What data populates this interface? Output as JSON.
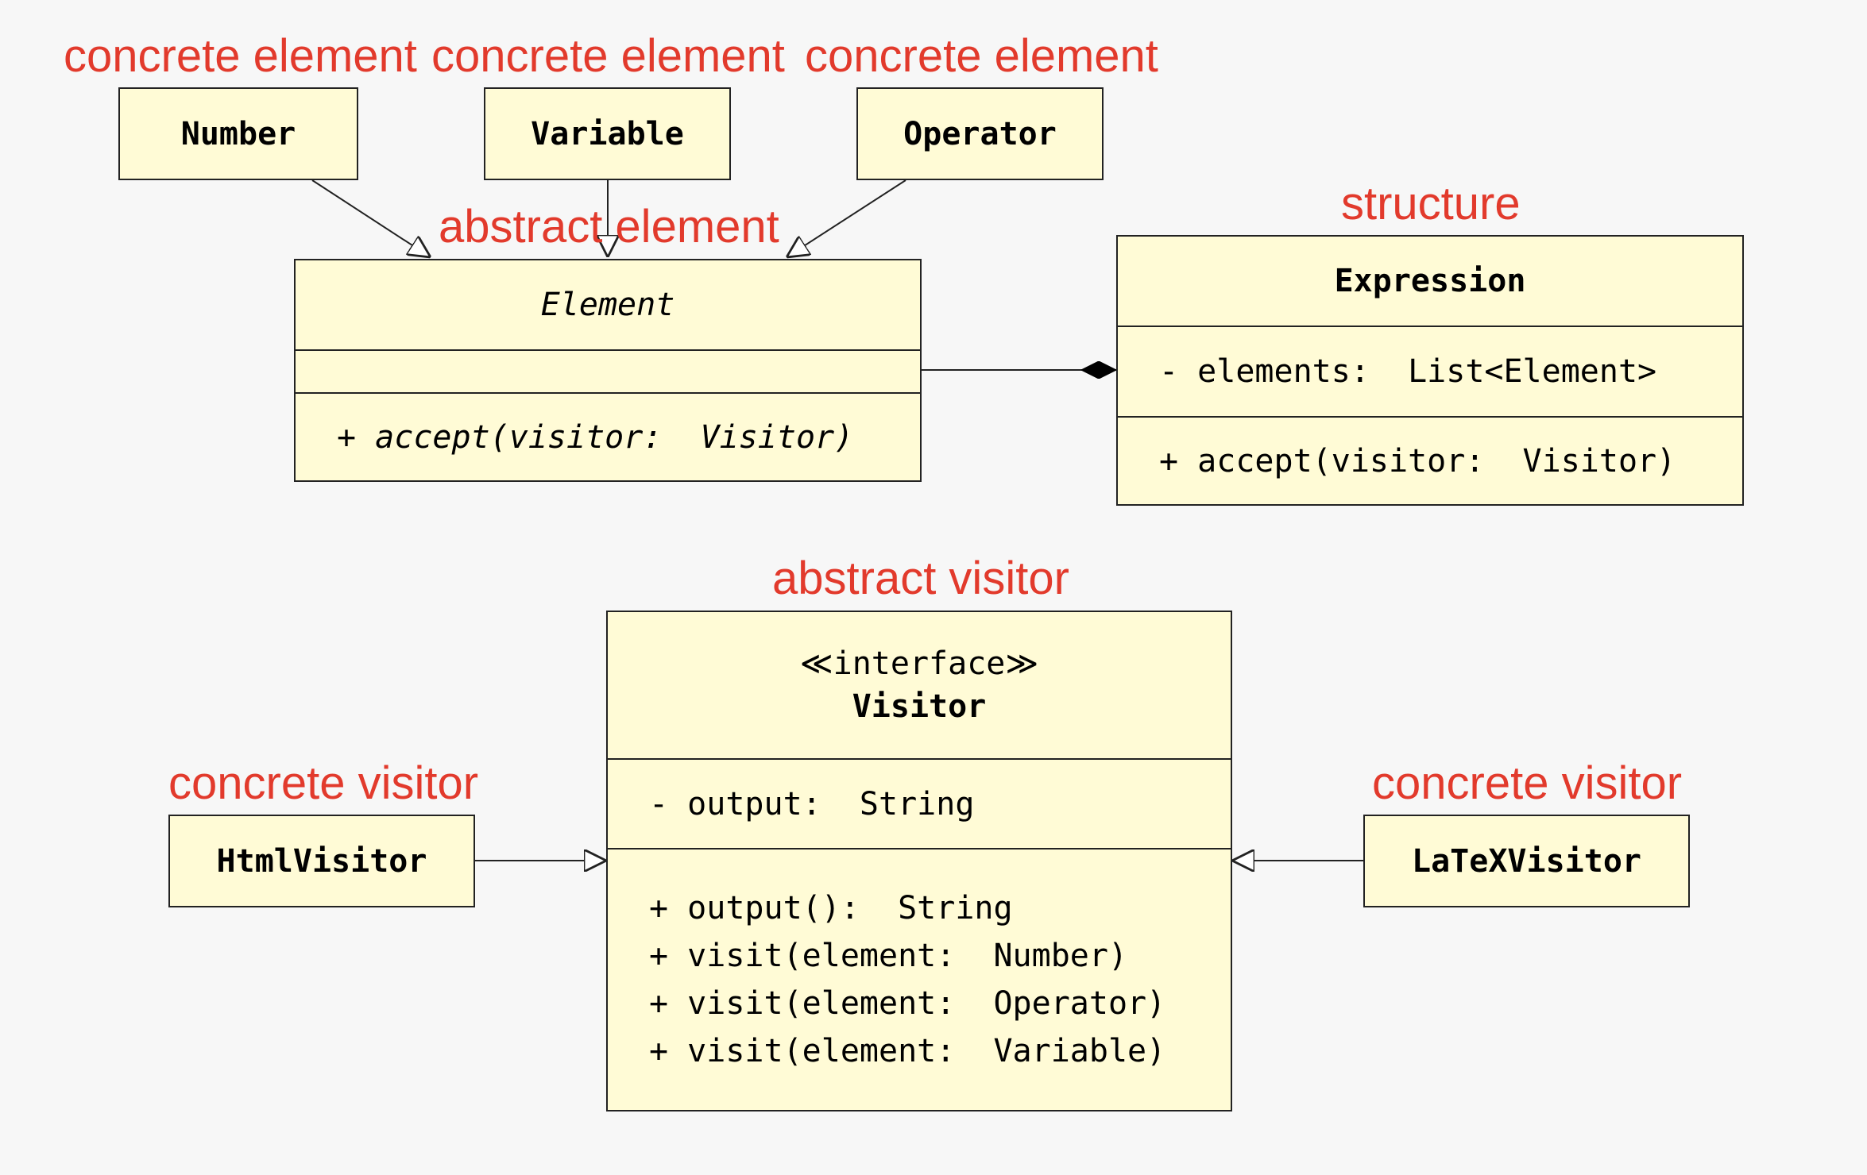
{
  "roles": {
    "concrete_element": "concrete element",
    "abstract_element": "abstract element",
    "structure": "structure",
    "abstract_visitor": "abstract visitor",
    "concrete_visitor": "concrete visitor"
  },
  "classes": {
    "number": {
      "name": "Number"
    },
    "variable": {
      "name": "Variable"
    },
    "operator": {
      "name": "Operator"
    },
    "element": {
      "name": "Element",
      "method": "+ accept(visitor:  Visitor)"
    },
    "expression": {
      "name": "Expression",
      "attribute": "- elements:  List<Element>",
      "method": "+ accept(visitor:  Visitor)"
    },
    "visitor": {
      "stereotype": "≪interface≫",
      "name": "Visitor",
      "attribute": "- output:  String",
      "methods": [
        "+ output():  String",
        "+ visit(element:  Number)",
        "+ visit(element:  Operator)",
        "+ visit(element:  Variable)"
      ]
    },
    "html_visitor": {
      "name": "HtmlVisitor"
    },
    "latex_visitor": {
      "name": "LaTeXVisitor"
    }
  },
  "colors": {
    "label": "#e23a2c",
    "box_fill": "#fffbd6",
    "line": "#222222",
    "background": "#f7f7f7"
  }
}
